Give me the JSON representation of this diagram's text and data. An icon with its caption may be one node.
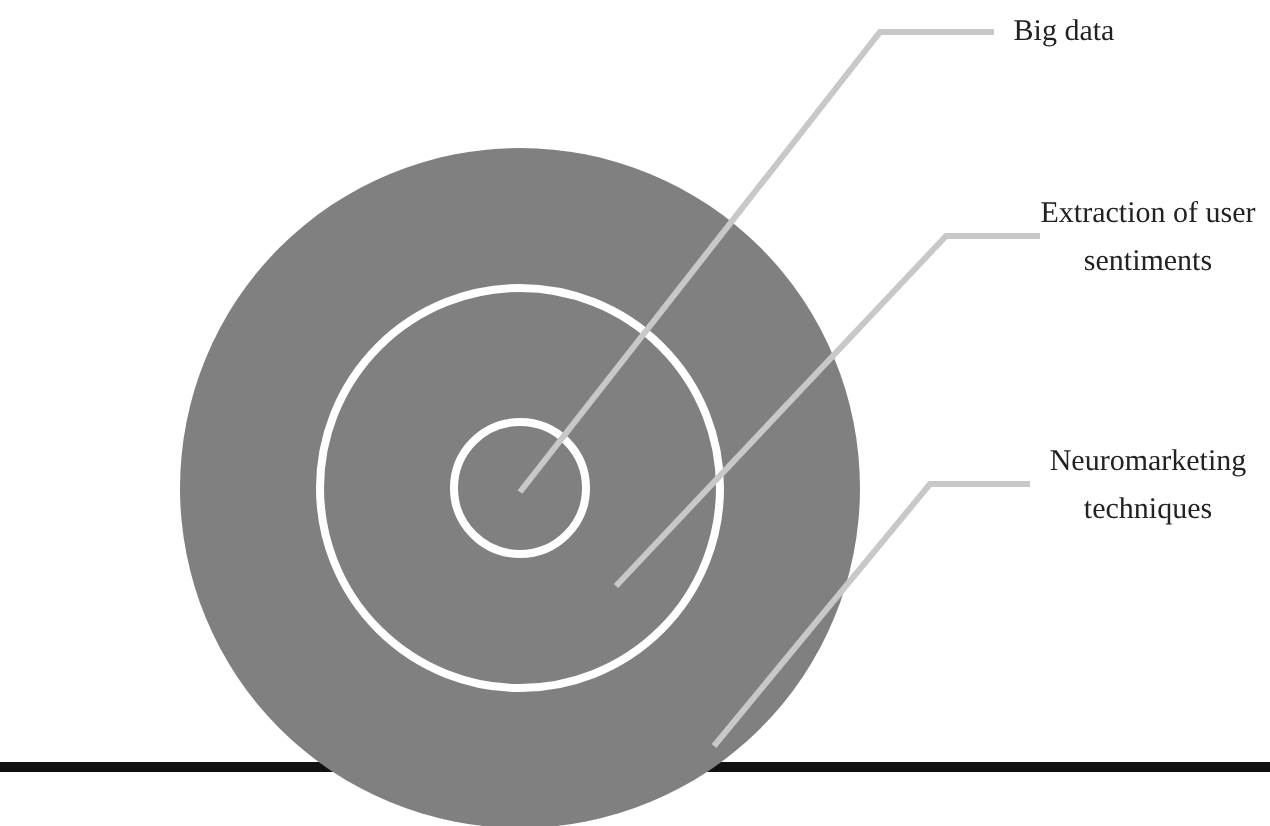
{
  "diagram": {
    "nodes": [
      {
        "text": [],
        "shape": "circle"
      },
      {
        "text": [],
        "shape": "circle",
        "in": 0
      },
      {
        "text": [],
        "shape": "circle",
        "in": 1
      },
      {
        "text": [
          "Big data"
        ]
      },
      {
        "text": [
          "Extraction of user sentiments"
        ]
      },
      {
        "text": [
          "Neuromarketing techniques"
        ]
      }
    ],
    "edges": [
      {
        "from": 3,
        "to": 2,
        "arrow": "none"
      },
      {
        "from": 4,
        "to": 1,
        "arrow": "none"
      },
      {
        "from": 5,
        "to": 0,
        "arrow": "none"
      }
    ]
  }
}
